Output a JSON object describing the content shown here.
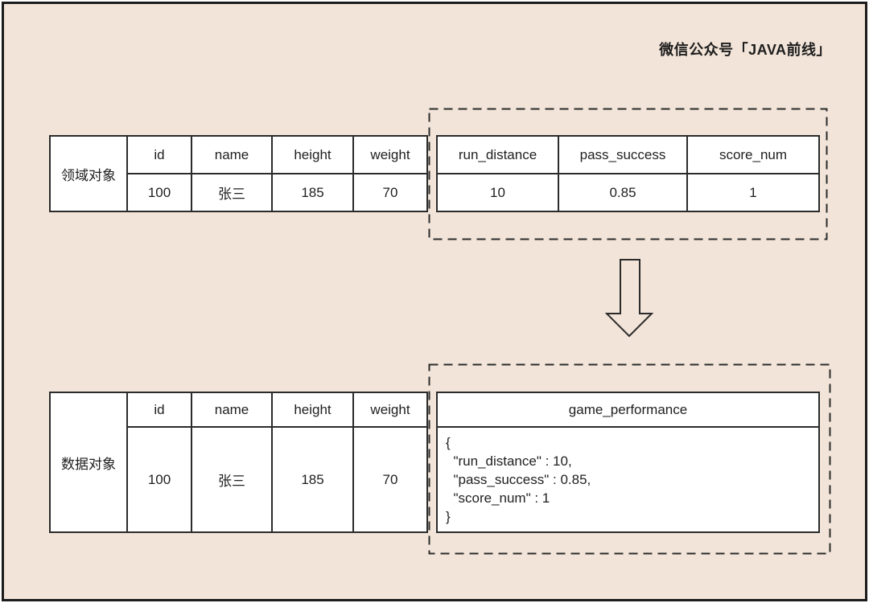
{
  "watermark": "微信公众号「JAVA前线」",
  "domain_table": {
    "row_label": "领域对象",
    "columns": [
      "id",
      "name",
      "height",
      "weight"
    ],
    "values": [
      "100",
      "张三",
      "185",
      "70"
    ],
    "boxed_columns": [
      "run_distance",
      "pass_success",
      "score_num"
    ],
    "boxed_values": [
      "10",
      "0.85",
      "1"
    ]
  },
  "data_table": {
    "row_label": "数据对象",
    "columns": [
      "id",
      "name",
      "height",
      "weight"
    ],
    "values": [
      "100",
      "张三",
      "185",
      "70"
    ],
    "boxed_columns": [
      "game_performance"
    ],
    "boxed_values": [
      "{\n  \"run_distance\" : 10,\n  \"pass_success\" : 0.85,\n  \"score_num\" : 1\n}"
    ]
  },
  "colors": {
    "background": "#f2e4d8",
    "cell_background": "#ffffff",
    "line": "#2b2b2b",
    "frame": "#1c1c1c",
    "text": "#1f1f1f"
  }
}
